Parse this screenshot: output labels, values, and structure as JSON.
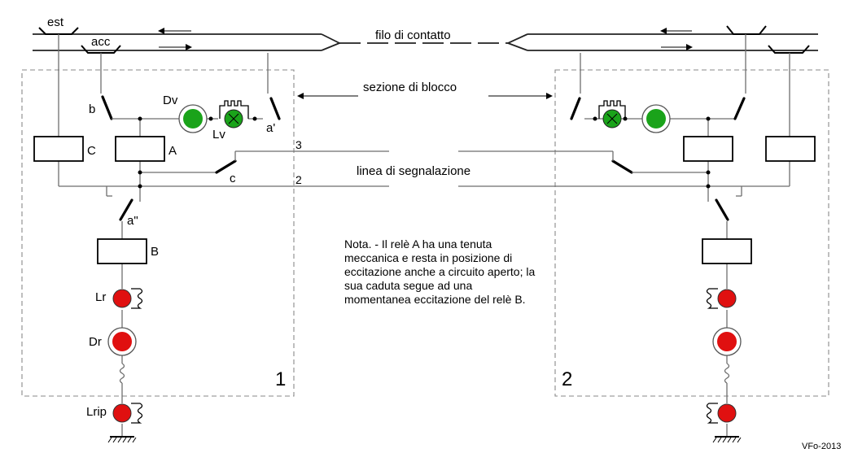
{
  "labels": {
    "est": "est",
    "acc": "acc",
    "filo": "filo di contatto",
    "sezione": "sezione di blocco",
    "linea": "linea di segnalazione",
    "wire3": "3",
    "wire2": "2",
    "b": "b",
    "Dv": "Dv",
    "Lv": "Lv",
    "a1": "a'",
    "a2": "a\"",
    "C": "C",
    "A": "A",
    "B": "B",
    "c": "c",
    "Lr": "Lr",
    "Dr": "Dr",
    "Lrip": "Lrip",
    "station1": "1",
    "station2": "2",
    "signature": "VFo-2013"
  },
  "note": "Nota. - Il relè A ha una tenuta meccanica e resta in posizione di eccitazione anche a circuito aperto; la sua caduta segue ad una momentanea eccitazione del relè B.",
  "colors": {
    "green_lamp": "#1aa31a",
    "red_lamp": "#e01010",
    "wire": "#6e6e6e"
  }
}
